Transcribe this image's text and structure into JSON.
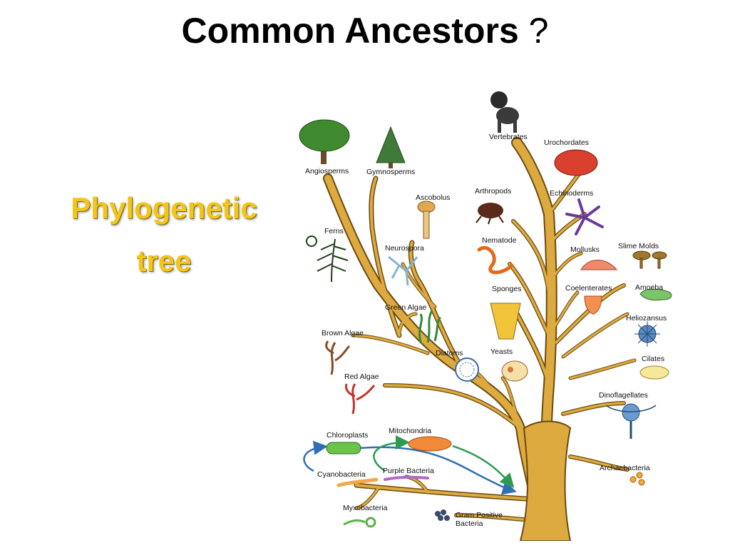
{
  "slide": {
    "title": "Common Ancestors",
    "title_suffix": "?",
    "subtitle_line1": "Phylogenetic",
    "subtitle_line2": "tree"
  },
  "tree": {
    "labels": {
      "angiosperms": "Angiosperms",
      "gymnosperms": "Gymnosperms",
      "ferns": "Ferns",
      "ascobolus": "Ascobolus",
      "neurospora": "Neurospora",
      "green_algae": "Green Algae",
      "brown_algae": "Brown Algae",
      "red_algae": "Red Algae",
      "diatoms": "Diatoms",
      "yeasts": "Yeasts",
      "vertebrates": "Vertebrates",
      "urochordates": "Urochordates",
      "arthropods": "Arthropods",
      "echinoderms": "Echinoderms",
      "nematode": "Nematode",
      "mollusks": "Mollusks",
      "slime_molds": "Slime Molds",
      "sponges": "Sponges",
      "coelenterates": "Coelenterates",
      "amoeba": "Amoeba",
      "heliozansus": "Heliozansus",
      "cilates": "Cilates",
      "dinoflagellates": "Dinoflagellates",
      "chloroplasts": "Chloroplasts",
      "mitochondria": "Mitochondria",
      "cyanobacteria": "Cyanobacteria",
      "purple_bacteria": "Purple Bacteria",
      "archaebacteria": "Archaebacteria",
      "myxobacteria": "Myxobacteria",
      "gram_positive_line1": "Gram Positive",
      "gram_positive_line2": "Bacteria"
    },
    "colors": {
      "trunk_fill": "#dcaa3e",
      "trunk_stroke": "#6b4a10",
      "arrow_blue": "#2f6fb5",
      "arrow_green": "#2e9a55"
    }
  }
}
